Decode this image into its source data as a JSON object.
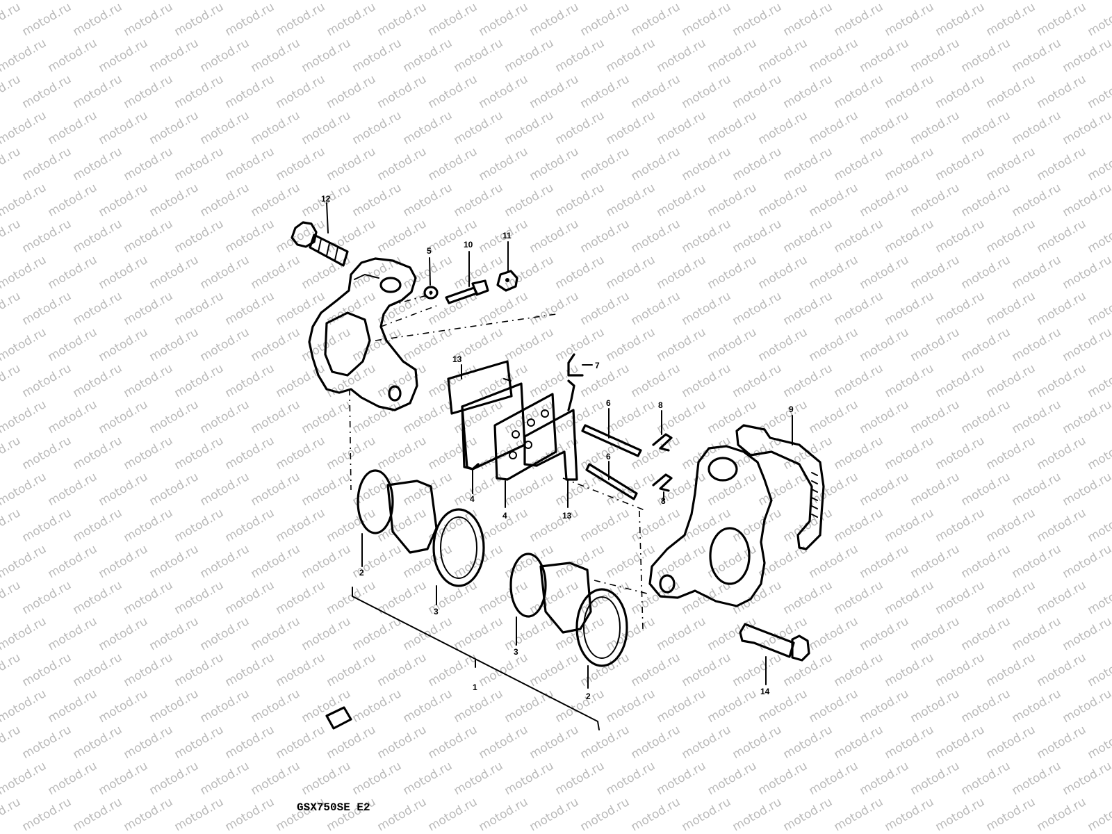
{
  "watermark": "motod.ru",
  "model_code": "GSX750SE E2",
  "callouts": [
    {
      "id": "12",
      "label": "12"
    },
    {
      "id": "5",
      "label": "5"
    },
    {
      "id": "10",
      "label": "10"
    },
    {
      "id": "11",
      "label": "11"
    },
    {
      "id": "13a",
      "label": "13"
    },
    {
      "id": "7",
      "label": "7"
    },
    {
      "id": "6a",
      "label": "6"
    },
    {
      "id": "8a",
      "label": "8"
    },
    {
      "id": "9",
      "label": "9"
    },
    {
      "id": "6b",
      "label": "6"
    },
    {
      "id": "8b",
      "label": "8"
    },
    {
      "id": "4a",
      "label": "4"
    },
    {
      "id": "4b",
      "label": "4"
    },
    {
      "id": "13b",
      "label": "13"
    },
    {
      "id": "2a",
      "label": "2"
    },
    {
      "id": "3a",
      "label": "3"
    },
    {
      "id": "3b",
      "label": "3"
    },
    {
      "id": "2b",
      "label": "2"
    },
    {
      "id": "1",
      "label": "1"
    },
    {
      "id": "14",
      "label": "14"
    }
  ]
}
